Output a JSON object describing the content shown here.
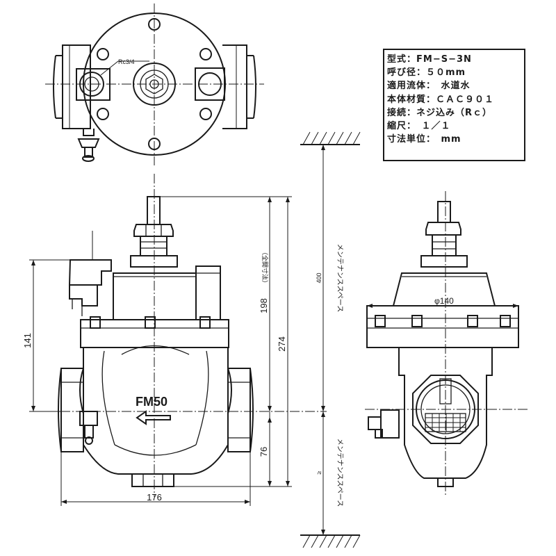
{
  "spec_table": [
    "型式：FM−S−3N",
    "呼び径：５０mm",
    "適用流体：　水道水",
    "本体材質：ＣＡＣ９０１",
    "接続：ネジ込み（Rｃ）",
    "縮尺：　１／１",
    "寸法単位：　mm"
  ],
  "labels": {
    "rc_thread": "Rc3/4",
    "model_mark": "FM50",
    "full_dim_note": "（全開寸法）",
    "maintenance_space": "メンテナンススペース",
    "diameter_140": "φ140"
  },
  "dimensions": {
    "height_141": "141",
    "height_198": "198",
    "height_274": "274",
    "depth_76": "76",
    "width_176": "176",
    "space_400": "400",
    "space_lower": "≥"
  }
}
